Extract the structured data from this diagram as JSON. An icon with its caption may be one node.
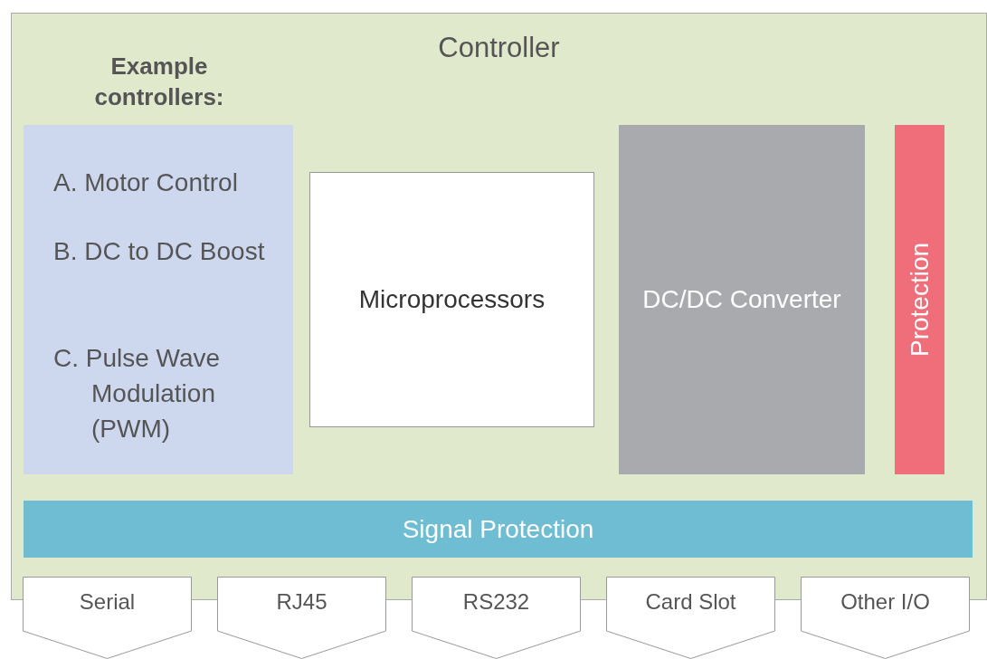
{
  "diagram": {
    "nodes": [
      {
        "text": [
          "Controller"
        ]
      },
      {
        "text": [
          "Example controllers:",
          "A. Motor Control",
          "B. DC to DC Boost",
          "C. Pulse Wave Modulation (PWM)"
        ],
        "in": 0
      },
      {
        "text": [
          "Microprocessors"
        ],
        "in": 0
      },
      {
        "text": [
          "DC/DC Converter"
        ],
        "in": 0
      },
      {
        "text": [
          "Protection"
        ],
        "in": 0
      },
      {
        "text": [
          "Signal Protection"
        ],
        "in": 0
      },
      {
        "text": [
          "Serial"
        ]
      },
      {
        "text": [
          "RJ45"
        ]
      },
      {
        "text": [
          "RS232"
        ]
      },
      {
        "text": [
          "Card Slot"
        ]
      },
      {
        "text": [
          "Other I/O"
        ]
      }
    ]
  }
}
